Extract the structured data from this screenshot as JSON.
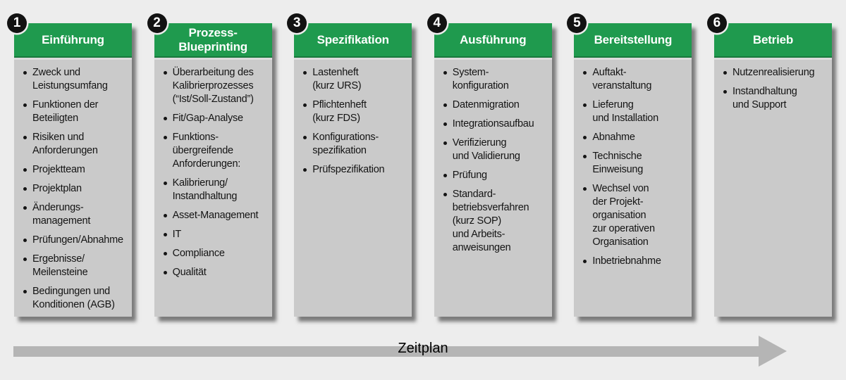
{
  "colors": {
    "header_green": "#1f9a4e",
    "body_gray": "#cacaca",
    "badge_black": "#121212",
    "arrow_gray": "#b5b5b5",
    "page_background": "#ededed"
  },
  "timeline": {
    "label": "Zeitplan"
  },
  "phases": [
    {
      "number": "1",
      "title": "Einführung",
      "items": [
        "Zweck und\nLeistungsumfang",
        "Funktionen der\nBeteiligten",
        "Risiken und\nAnforderungen",
        "Projektteam",
        "Projektplan",
        "Änderungs-\nmanagement",
        "Prüfungen/Abnahme",
        "Ergebnisse/\nMeilensteine",
        "Bedingungen und\nKonditionen (AGB)"
      ]
    },
    {
      "number": "2",
      "title": "Prozess-\nBlueprinting",
      "items": [
        "Überarbeitung des\nKalibrierprozesses\n(“Ist/Soll-Zustand”)",
        "Fit/Gap-Analyse",
        "Funktions-\nübergreifende\nAnforderungen:",
        "Kalibrierung/\nInstandhaltung",
        "Asset-Management",
        "IT",
        "Compliance",
        "Qualität"
      ]
    },
    {
      "number": "3",
      "title": "Spezifikation",
      "items": [
        "Lastenheft\n(kurz URS)",
        "Pflichtenheft\n(kurz FDS)",
        "Konfigurations-\nspezifikation",
        "Prüfspezifikation"
      ]
    },
    {
      "number": "4",
      "title": "Ausführung",
      "items": [
        "System-\nkonfiguration",
        "Datenmigration",
        "Integrationsaufbau",
        "Verifizierung\nund Validierung",
        "Prüfung",
        "Standard-\nbetriebsverfahren\n(kurz SOP)\nund Arbeits-\nanweisungen"
      ]
    },
    {
      "number": "5",
      "title": "Bereitstellung",
      "items": [
        "Auftakt-\nveranstaltung",
        "Lieferung\nund Installation",
        "Abnahme",
        "Technische\nEinweisung",
        "Wechsel von\nder Projekt-\norganisation\nzur operativen\nOrganisation",
        "Inbetriebnahme"
      ]
    },
    {
      "number": "6",
      "title": "Betrieb",
      "items": [
        "Nutzenrealisierung",
        "Instandhaltung\nund Support"
      ]
    }
  ]
}
